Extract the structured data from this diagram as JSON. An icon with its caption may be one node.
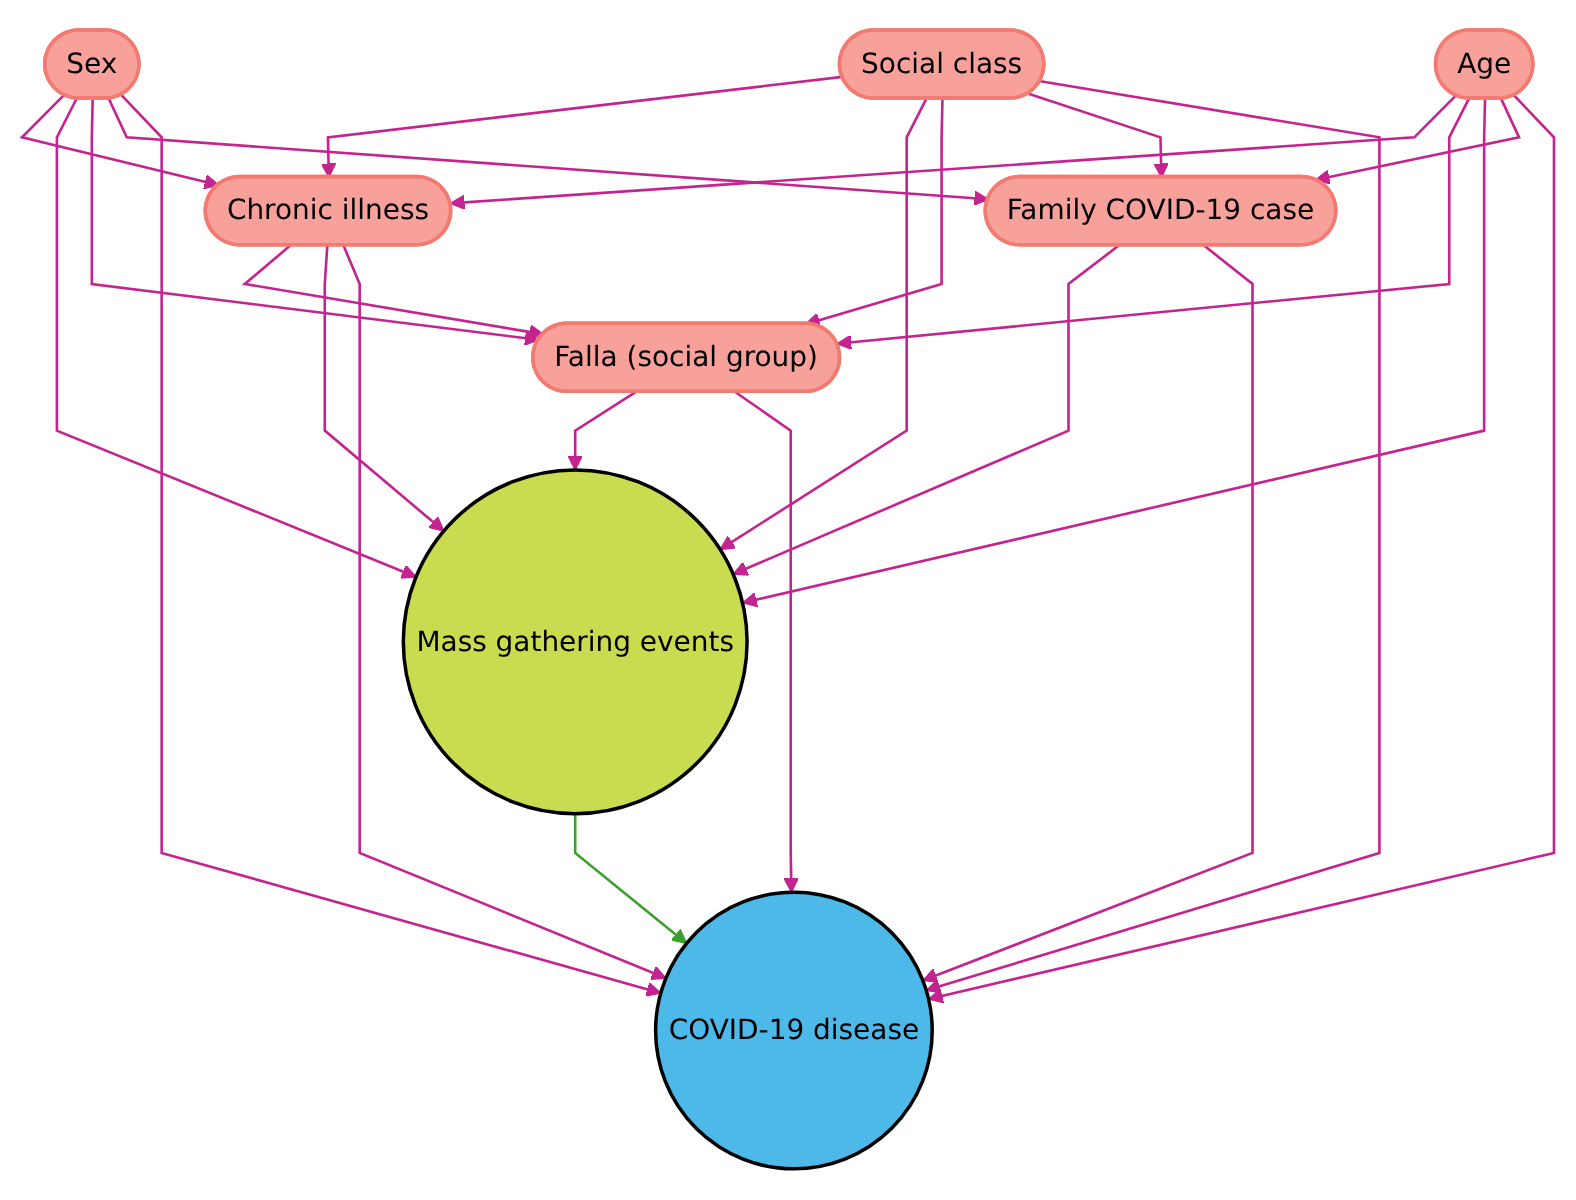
{
  "diagram": {
    "nodes": [
      {
        "text": [
          "Sex"
        ]
      },
      {
        "text": [
          "Social class"
        ]
      },
      {
        "text": [
          "Age"
        ]
      },
      {
        "text": [
          "Chronic illness"
        ]
      },
      {
        "text": [
          "Falla (social group)"
        ]
      },
      {
        "text": [
          "Mass gathering events"
        ]
      },
      {
        "text": [
          "COVID-19 disease"
        ]
      },
      {
        "text": [
          "Family COVID-19 case"
        ]
      }
    ],
    "edges": [
      {
        "from": 0,
        "to": 3,
        "arrow": "to"
      },
      {
        "from": 0,
        "to": 5,
        "arrow": "to"
      },
      {
        "from": 0,
        "to": 4,
        "arrow": "to"
      },
      {
        "from": 0,
        "to": 7,
        "arrow": "to"
      },
      {
        "from": 0,
        "to": 6,
        "arrow": "to"
      },
      {
        "from": 1,
        "to": 3,
        "arrow": "to"
      },
      {
        "from": 1,
        "to": 5,
        "arrow": "to"
      },
      {
        "from": 1,
        "to": 4,
        "arrow": "to"
      },
      {
        "from": 1,
        "to": 7,
        "arrow": "to"
      },
      {
        "from": 1,
        "to": 6,
        "arrow": "to"
      },
      {
        "from": 2,
        "to": 3,
        "arrow": "to"
      },
      {
        "from": 2,
        "to": 4,
        "arrow": "to"
      },
      {
        "from": 2,
        "to": 5,
        "arrow": "to"
      },
      {
        "from": 2,
        "to": 7,
        "arrow": "to"
      },
      {
        "from": 2,
        "to": 6,
        "arrow": "to"
      },
      {
        "from": 3,
        "to": 4,
        "arrow": "to"
      },
      {
        "from": 3,
        "to": 5,
        "arrow": "to"
      },
      {
        "from": 3,
        "to": 6,
        "arrow": "to"
      },
      {
        "from": 4,
        "to": 5,
        "arrow": "to"
      },
      {
        "from": 4,
        "to": 6,
        "arrow": "to"
      },
      {
        "from": 5,
        "to": 6,
        "arrow": "to",
        "color": "#3ca02c"
      },
      {
        "from": 7,
        "to": 5,
        "arrow": "to"
      },
      {
        "from": 7,
        "to": 6,
        "arrow": "to"
      }
    ]
  }
}
